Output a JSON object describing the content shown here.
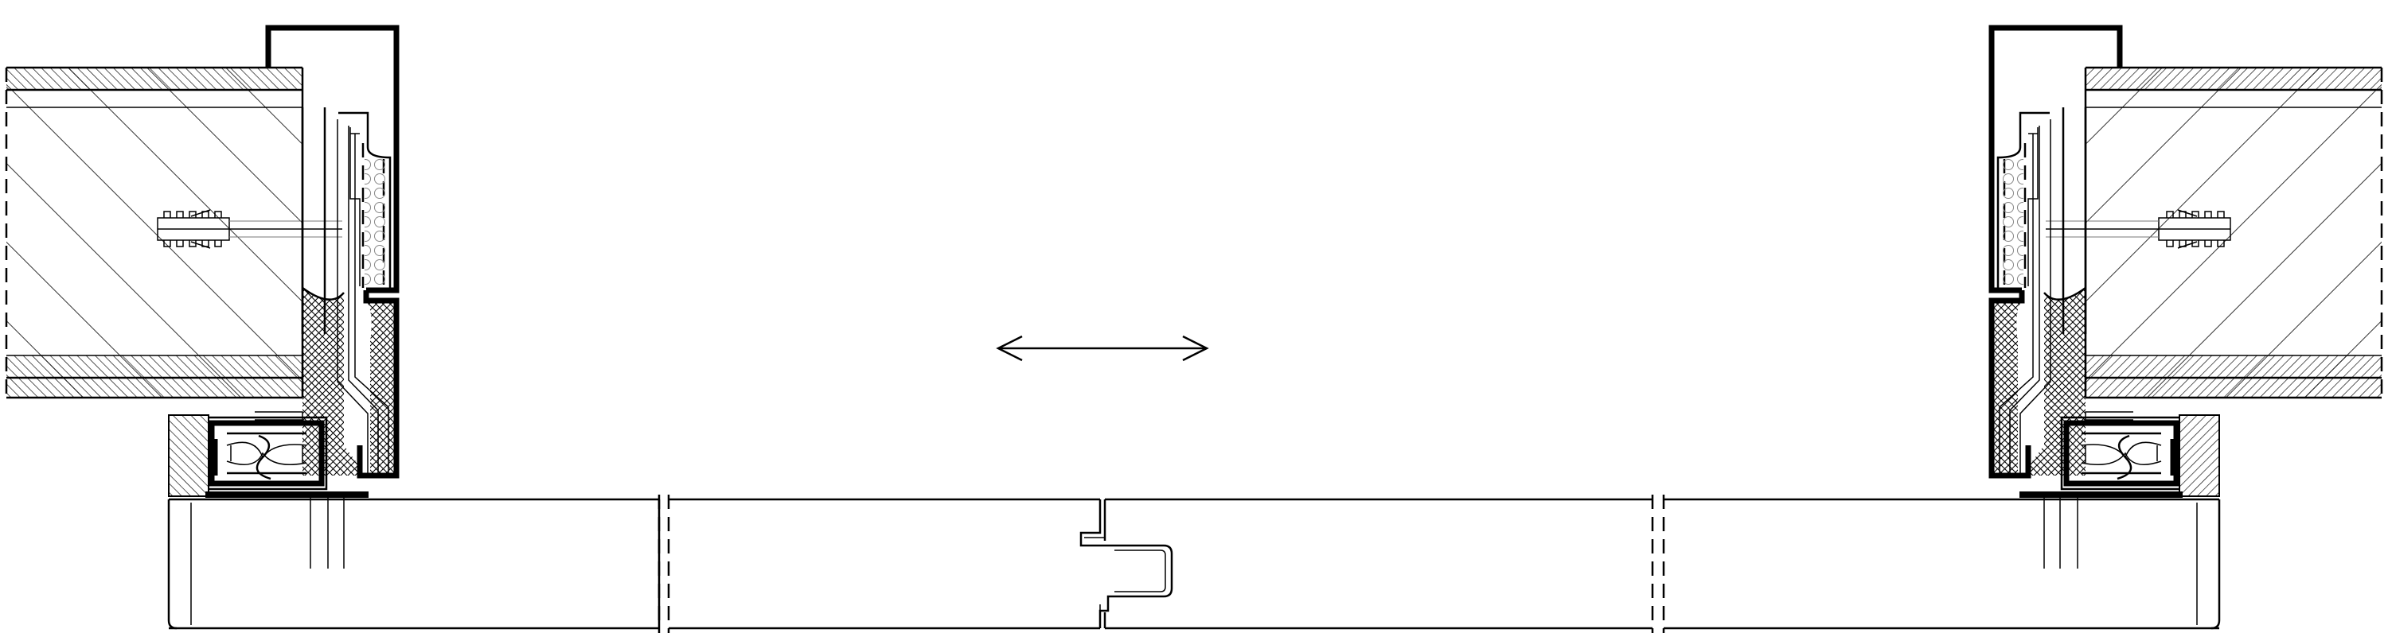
{
  "drawing": {
    "colors": {
      "line": "#000000",
      "background": "#ffffff",
      "hatch": "#000000",
      "foam": "#888888"
    },
    "parts": [
      "wall-left",
      "wall-right",
      "frame-left",
      "frame-right",
      "door-leaf",
      "slide-arrow"
    ]
  }
}
